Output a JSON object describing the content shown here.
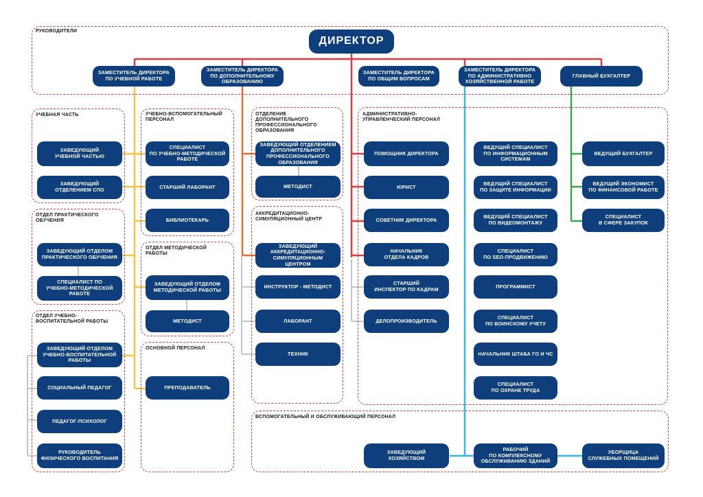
{
  "groups": {
    "leaders": "РУКОВОДИТЕЛИ",
    "study": "УЧЕБНАЯ ЧАСТЬ",
    "support_staff": "УЧЕБНО-ВСПОМОГАТЕЛЬНЫЙ\nПЕРСОНАЛ",
    "dpo": "ОТДЕЛЕНИЕ\nДОПОЛНИТЕЛЬНОГО\nПРОФЕССИОНАЛЬНОГО\nОБРАЗОВАНИЯ",
    "admin": "АДМИНИСТРАТИВНО-\nУПРАВЛЕНЧЕСКИЙ ПЕРСОНАЛ",
    "practice": "ОТДЕЛ ПРАКТИЧЕСКОГО\nОБУЧЕНИЯ",
    "method": "ОТДЕЛ МЕТОДИЧЕСКОЙ\nРАБОТЫ",
    "accred": "АККРЕДИТАЦИОННО-\nСИМУЛЯЦИОННЫЙ ЦЕНТР",
    "edu": "ОТДЕЛ УЧЕБНО-\nВОСПИТАТЕЛЬНОЙ РАБОТЫ",
    "main_staff": "ОСНОВНОЙ ПЕРСОНАЛ",
    "service": "ВСПОМОГАТЕЛЬНЫЙ И ОБСЛУЖИВАЮЩИЙ ПЕРСОНАЛ"
  },
  "boxes": {
    "director": "ДИРЕКТОР",
    "dep_study": "ЗАМЕСТИТЕЛЬ ДИРЕКТОРА\nПО УЧЕБНОЙ РАБОТЕ",
    "dep_dpo": "ЗАМЕСТИТЕЛЬ ДИРЕКТОРА\nПО ДОПОЛНИТЕЛЬНОМУ\nОБРАЗОВАНИЮ",
    "dep_general": "ЗАМЕСТИТЕЛЬ ДИРЕКТОРА\nПО ОБЩИМ ВОПРОСАМ",
    "dep_aho": "ЗАМЕСТИТЕЛЬ ДИРЕКТОРА\nПО АДМИНИСТРАТИВНО\nХОЗЯЙСТВЕННОЙ РАБОТЕ",
    "chief_acc": "ГЛАВНЫЙ БУХГАЛТЕР",
    "head_study": "ЗАВЕДУЮЩИЙ\nУЧЕБНОЙ ЧАСТЬЮ",
    "head_spo": "ЗАВЕДУЮЩИЙ\nОТДЕЛЕНИЕМ СПО",
    "spec_umr": "СПЕЦИАЛИСТ\nПО УЧЕБНО-МЕТОДИЧЕСКОЙ\nРАБОТЕ",
    "senior_lab": "СТАРШИЙ ЛАБОРАНТ",
    "librarian": "БИБЛИОТЕКАРЬ",
    "head_dpo": "ЗАВЕДУЮЩИЙ ОТДЕЛЕНИЕМ\nДОПОЛНИТЕЛЬНОГО\nПРОФЕССИОНАЛЬНОГО\nОБРАЗОВАНИЯ",
    "methodist_dpo": "МЕТОДИСТ",
    "asst_dir": "ПОМОЩНИК ДИРЕКТОРА",
    "lawyer": "ЮРИСТ",
    "advisor": "СОВЕТНИК ДИРЕКТОРА",
    "hr_head": "НАЧАЛЬНИК\nОТДЕЛА КАДРОВ",
    "hr_senior": "СТАРШИЙ\nИНСПЕКТОР ПО КАДРАМ",
    "clerk": "ДЕЛОПРОИЗВОДИТЕЛЬ",
    "spec_is": "ВЕДУЩИЙ СПЕЦИАЛИСТ\nПО ИНФОРМАЦИОННЫМ\nСИСТЕМАМ",
    "spec_infosec": "ВЕДУЩИЙ СПЕЦИАЛИСТ\nПО ЗАЩИТЕ ИНФОРМАЦИИ",
    "spec_video": "ВЕДУЩИЙ СПЕЦИАЛИСТ\nПО ВИДЕОМОНТАЖУ",
    "spec_seo": "СПЕЦИАЛИСТ\nПО SEO-ПРОДВИЖЕНИЮ",
    "programmer": "ПРОГРАММИСТ",
    "spec_military": "СПЕЦИАЛИСТ\nПО ВОИНСКОМУ УЧЕТУ",
    "go_chs": "НАЧАЛЬНИК ШТАБА ГО И ЧС",
    "spec_labor": "СПЕЦИАЛИСТ\nПО ОХРАНЕ ТРУДА",
    "lead_acc": "ВЕДУЩИЙ БУХГАЛТЕР",
    "lead_econ": "ВЕДУЩИЙ ЭКОНОМИСТ\nПО ФИНАНСОВОЙ РАБОТЕ",
    "spec_purch": "СПЕЦИАЛИСТ\nВ СФЕРЕ ЗАКУПОК",
    "head_practice": "ЗАВЕДУЮЩИЙ ОТДЕЛОМ\nПРАКТИЧЕСКОГО ОБУЧЕНИЯ",
    "spec_practice": "СПЕЦИАЛИСТ ПО\nУЧЕБНО-МЕТОДИЧЕСКОЙ\nРАБОТЕ",
    "head_method": "ЗАВЕДУЮЩИЙ ОТДЕЛОМ\nМЕТОДИЧЕСКОЙ РАБОТЫ",
    "methodist": "МЕТОДИСТ",
    "head_accred": "ЗАВЕДУЮЩИЙ\nАККРЕДИТАЦИОННО-\nСИМУЛЯЦИОННЫМ\nЦЕНТРОМ",
    "instructor": "ИНСТРУКТОР - МЕТОДИСТ",
    "lab": "ЛАБОРАНТ",
    "tech": "ТЕХНИК",
    "head_edu": "ЗАВЕДУЮЩИЙ ОТДЕЛОМ\nУЧЕБНО-ВОСПИТАТЕЛЬНОЙ\nРАБОТЫ",
    "social": "СОЦИАЛЬНЫЙ ПЕДАГОГ",
    "psych": "ПЕДАГОГ-ПСИХОЛОГ",
    "phys": "РУКОВОДИТЕЛЬ\nФИЗИЧЕСКОГО ВОСПИТАНИЯ",
    "teacher": "ПРЕПОДАВАТЕЛЬ",
    "house_head": "ЗАВЕДУЮЩИЙ\nХОЗЯЙСТВОМ",
    "worker": "РАБОЧИЙ\nПО КОМПЛЕКСНОМУ\nОБСЛУЖИВАНИЮ ЗДАНИЙ",
    "cleaner": "УБОРЩИЦА\nСЛУЖЕБНЫХ ПОМЕЩЕНИЙ"
  },
  "colors": {
    "box": "#0f3e7d",
    "red": "#e23b3b",
    "orange": "#ee6b2f",
    "yellow": "#f4c542",
    "blue": "#33b5e6",
    "green": "#3aa546",
    "gray": "#c4c7ca"
  }
}
